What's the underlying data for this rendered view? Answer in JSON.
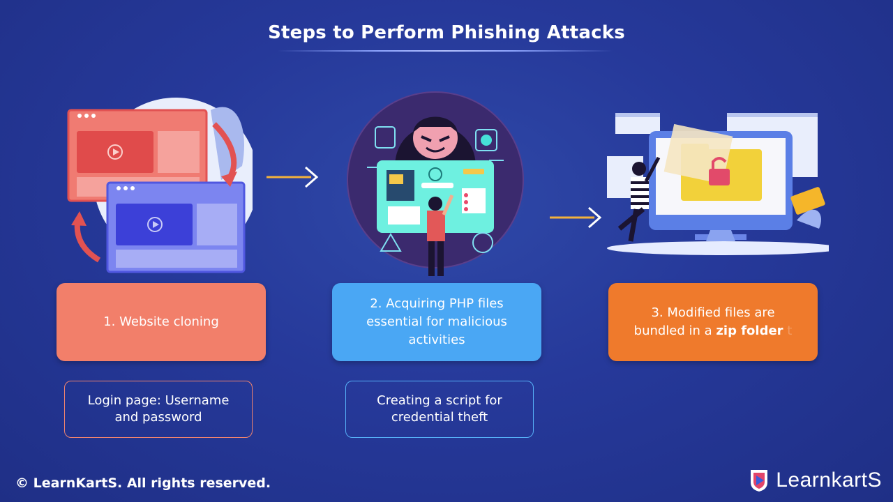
{
  "title": "Steps to Perform Phishing Attacks",
  "steps": [
    {
      "label": "1. Website cloning"
    },
    {
      "label": "2. Acquiring PHP files essential for malicious activities"
    },
    {
      "label_pre": "3. Modified files are bundled in a ",
      "label_bold": "zip folder",
      "label_faded": " t"
    }
  ],
  "notes": [
    {
      "text": "Login page: Username and password"
    },
    {
      "text": "Creating a script for credential theft"
    }
  ],
  "footer": {
    "copyright": "© LearnKartS. All rights reserved."
  },
  "brand": {
    "name": "LearnkartS"
  },
  "colors": {
    "step1": "#f27f6a",
    "step2": "#4aa7f4",
    "step3": "#ef7a2c",
    "arrow": "#f3b23c",
    "background": "#26399a"
  },
  "icons": [
    "cloned-website-illustration",
    "hacker-illustration",
    "thief-illustration",
    "arrow-right-icon",
    "learnkarts-logo-icon"
  ]
}
